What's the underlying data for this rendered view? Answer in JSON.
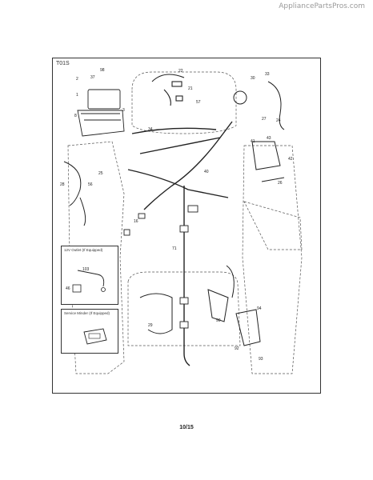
{
  "header": {
    "watermark": "AppliancePartsPros.com"
  },
  "diagram": {
    "code": "T01S",
    "page": "10/15",
    "part_labels": [
      "98",
      "37",
      "22",
      "30",
      "33",
      "2",
      "1",
      "21",
      "57",
      "3",
      "8",
      "34",
      "24",
      "27",
      "43",
      "26",
      "41",
      "42",
      "28",
      "56",
      "40",
      "25",
      "16",
      "71",
      "90",
      "29",
      "94",
      "92",
      "93",
      "103",
      "46"
    ],
    "insets": [
      {
        "title": "12V Outlet (If Equipped)"
      },
      {
        "title": "Service Minder (If Equipped)"
      }
    ]
  }
}
